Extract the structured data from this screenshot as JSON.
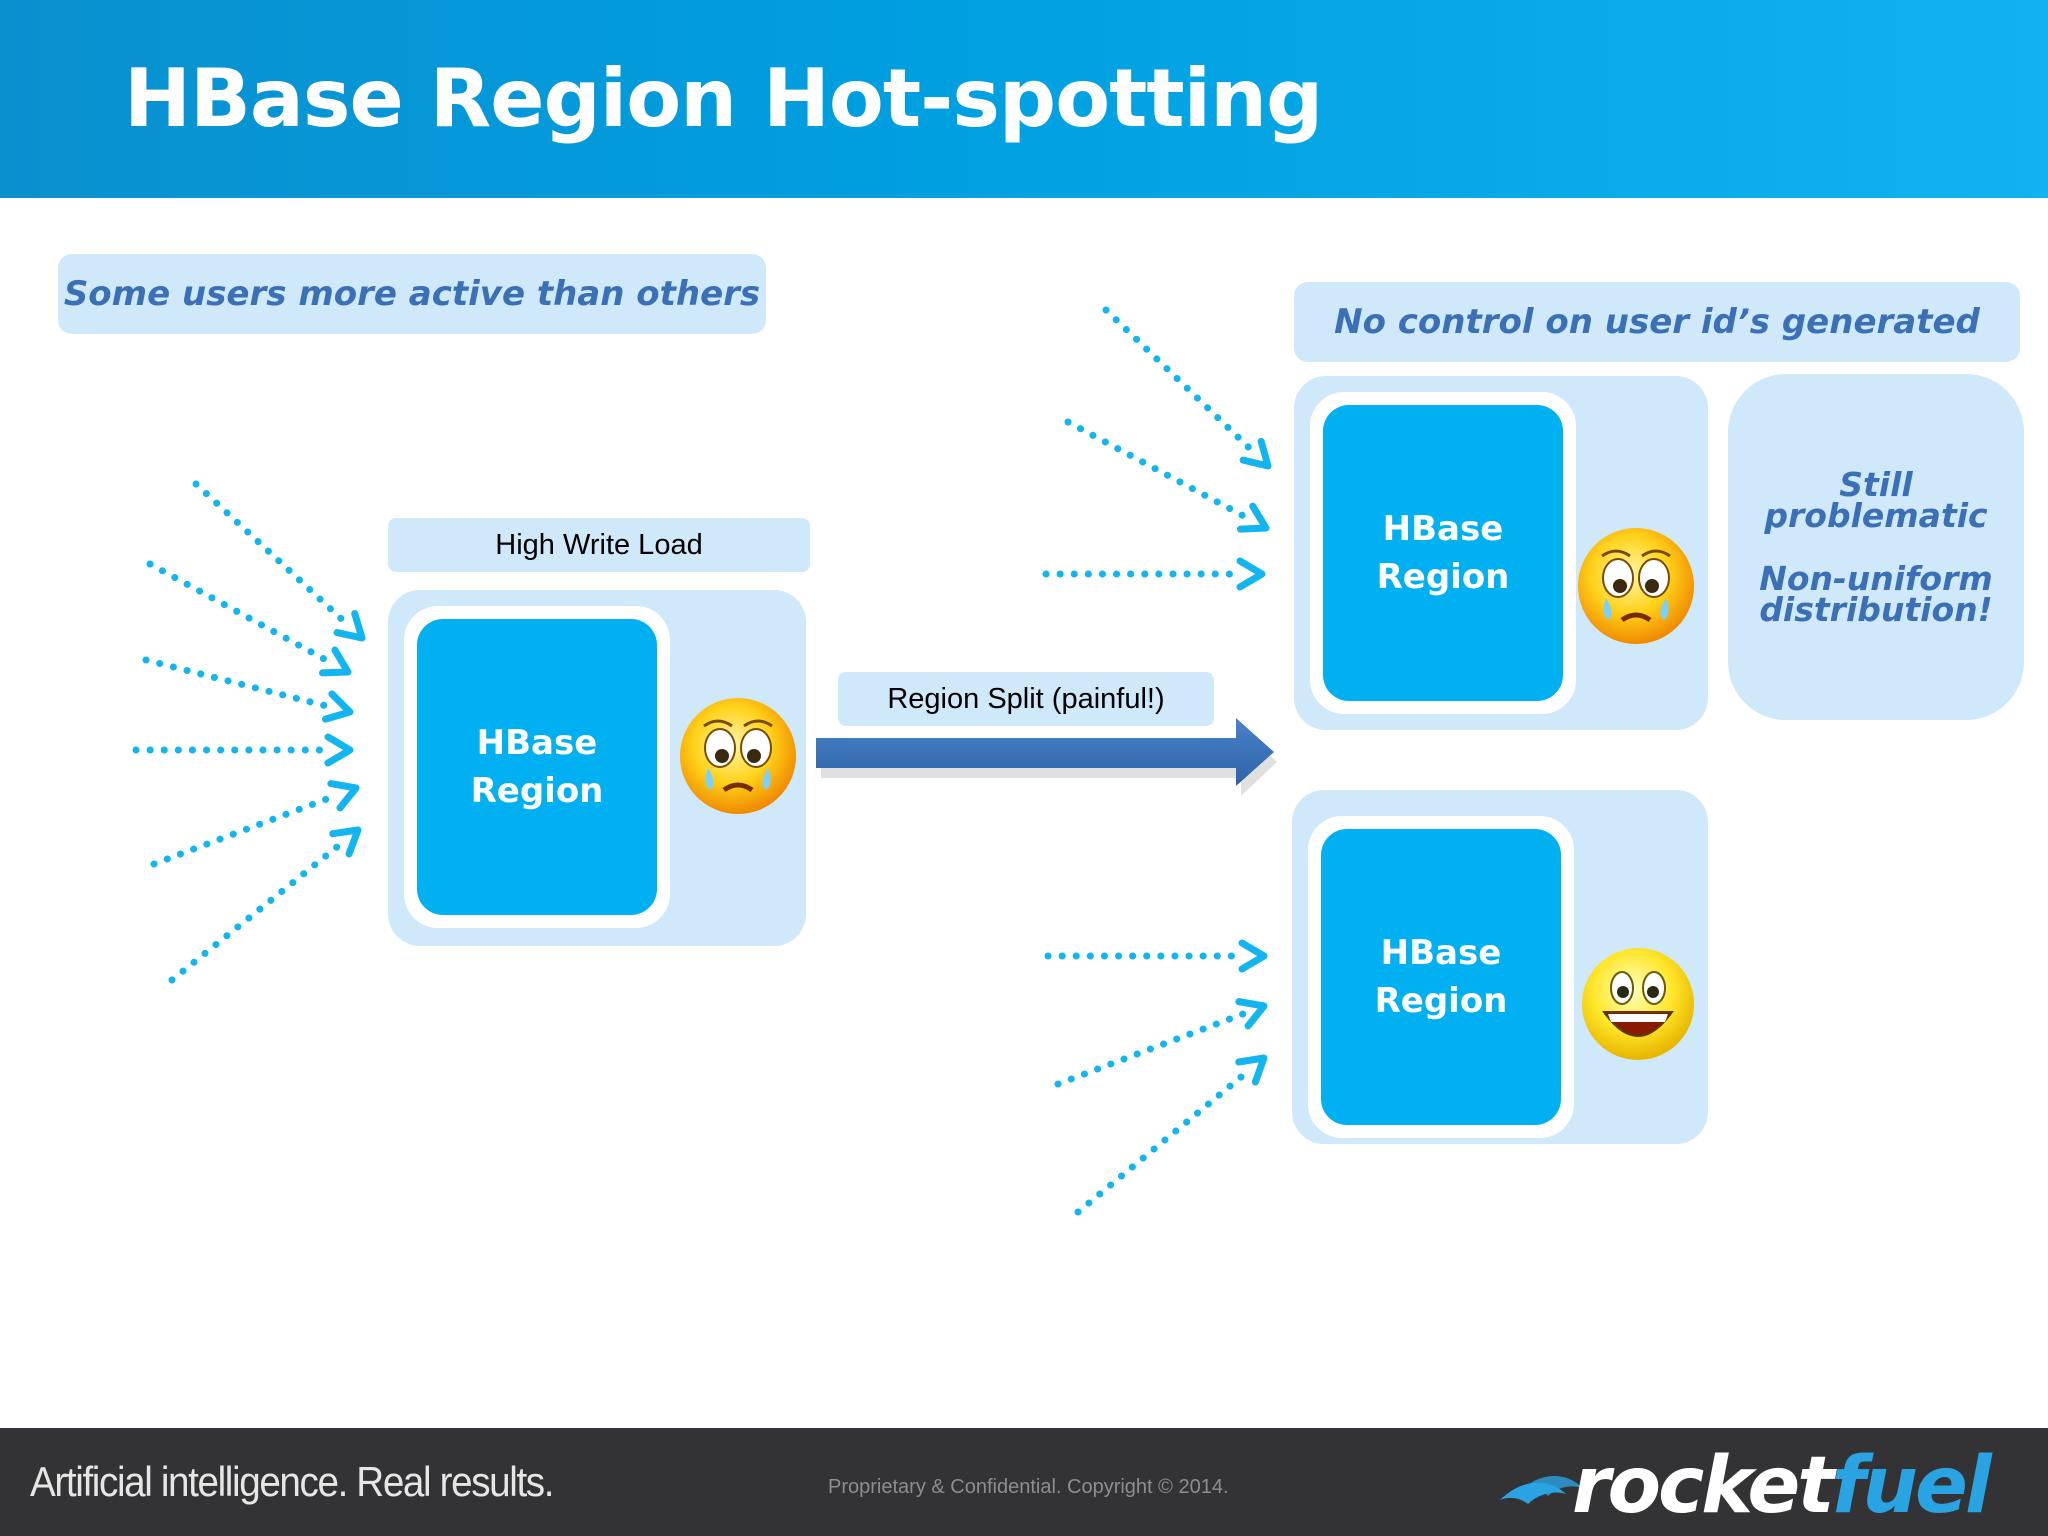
{
  "slide": {
    "title": "HBase Region Hot-spotting"
  },
  "callouts": {
    "left": "Some users more active than others",
    "right": "No control on user id’s generated"
  },
  "labels": {
    "high_write_load": "High Write Load",
    "region_split": "Region Split (painful!)"
  },
  "regions": {
    "source": {
      "line1": "HBase",
      "line2": "Region",
      "mood": "crying-face-icon"
    },
    "split_top": {
      "line1": "HBase",
      "line2": "Region",
      "mood": "crying-face-icon"
    },
    "split_bottom": {
      "line1": "HBase",
      "line2": "Region",
      "mood": "laughing-face-icon"
    }
  },
  "note": {
    "line1": "Still",
    "line2": "problematic",
    "line3": "Non-uniform",
    "line4": "distribution!"
  },
  "footer": {
    "tagline": "Artificial intelligence. Real results.",
    "copyright": "Proprietary & Confidential. Copyright © 2014.",
    "logo_part1": "rocket",
    "logo_part2": "fuel"
  },
  "colors": {
    "header_blue": "#009fe0",
    "region_blue": "#00b0f0",
    "panel_blue": "#cfe8fa",
    "callout_text": "#3b6fb6",
    "arrow_dots": "#12b5ef",
    "split_arrow": "#3c73b8",
    "footer_bg": "#333335",
    "logo_blue": "#2aa3e2"
  }
}
